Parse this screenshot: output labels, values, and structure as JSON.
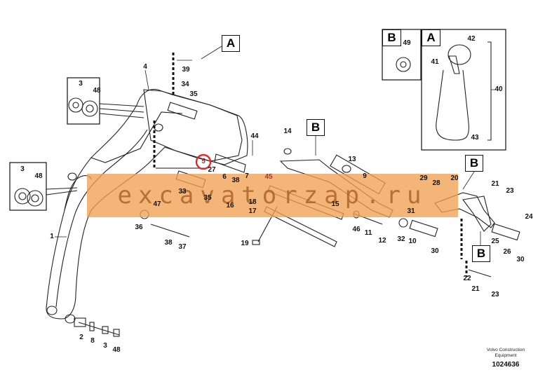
{
  "watermark": "excavatorzap.ru",
  "credit": {
    "line1": "Volvo Construction",
    "line2": "Equipment"
  },
  "doc_number": "1024636",
  "callouts": {
    "A_top": "A",
    "B_mid": "B",
    "B_right": "B",
    "B_lower": "B",
    "inset_B": "B",
    "inset_A": "A"
  },
  "labels": {
    "l1": "1",
    "l2": "2",
    "l3a": "3",
    "l3b": "3",
    "l3c": "3",
    "l4": "4",
    "l5": "5",
    "l6": "6",
    "l7": "7",
    "l8": "8",
    "l9": "9",
    "l10": "10",
    "l11": "11",
    "l12": "12",
    "l13": "13",
    "l14": "14",
    "l15": "15",
    "l16": "16",
    "l17": "17",
    "l18": "18",
    "l19": "19",
    "l20": "20",
    "l21a": "21",
    "l21b": "21",
    "l22": "22",
    "l23a": "23",
    "l23b": "23",
    "l24": "24",
    "l25": "25",
    "l26": "26",
    "l27": "27",
    "l28": "28",
    "l29": "29",
    "l30a": "30",
    "l30b": "30",
    "l31": "31",
    "l32": "32",
    "l33": "33",
    "l34": "34",
    "l35a": "35",
    "l35b": "35",
    "l36": "36",
    "l37": "37",
    "l38a": "38",
    "l38b": "38",
    "l39": "39",
    "l40": "40",
    "l41": "41",
    "l42": "42",
    "l43": "43",
    "l44": "44",
    "l45": "45",
    "l46": "46",
    "l47": "47",
    "l48a": "48",
    "l48b": "48",
    "l48c": "48",
    "l49": "49"
  },
  "highlight_color": "#d92b2b",
  "watermark_color": "#f0a052"
}
